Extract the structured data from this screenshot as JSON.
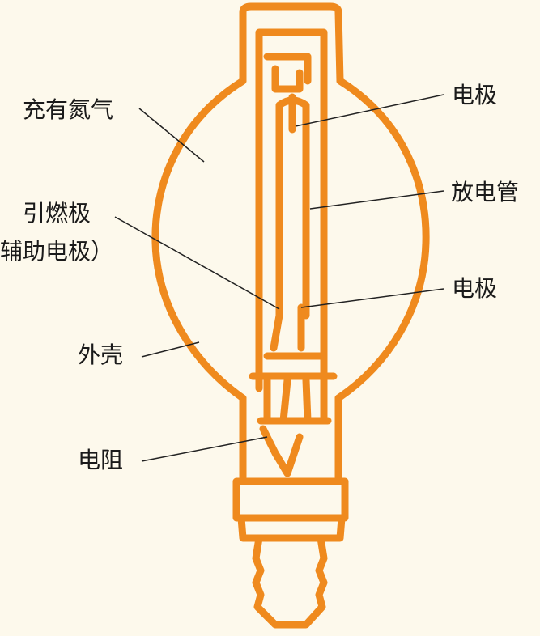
{
  "colors": {
    "background": "#fdf9ec",
    "lamp_outline": "#ef8a1e",
    "leader_line": "#222222"
  },
  "labels": {
    "gas": "充有氮气",
    "electrode_top": "电极",
    "discharge_tube": "放电管",
    "igniter_line1": "引燃极",
    "igniter_line2": "辅助电极）",
    "electrode_bottom": "电极",
    "outer_shell": "外壳",
    "resistor": "电阻"
  }
}
